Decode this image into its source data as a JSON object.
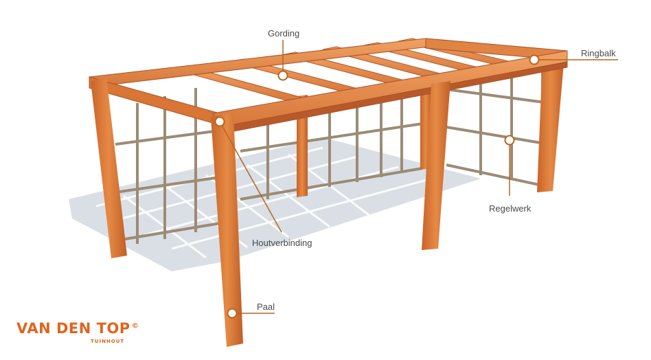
{
  "labels": {
    "gording": "Gording",
    "ringbalk": "Ringbalk",
    "houtverbinding": "Houtverbinding",
    "regelwerk": "Regelwerk",
    "paal": "Paal"
  },
  "brand": {
    "name": "VAN DEN TOP",
    "copyright": "©",
    "sub": "TUINHOUT"
  },
  "colors": {
    "wood": "#d97a35",
    "callout": "#b5651d"
  }
}
